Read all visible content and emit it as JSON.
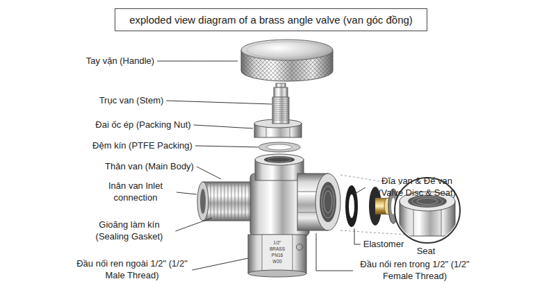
{
  "diagram": {
    "title": "exploded view diagram of a brass angle valve (van góc đồng)",
    "labels": [
      "Tay vặn (Handle)",
      "Trục van (Stem)",
      "Đai ốc ép (Packing Nut)",
      "Đệm kín (PTFE Packing)",
      "Thân van (Main Body)",
      "Inân van Inlet connection",
      "Gioăng làm kín (Sealing Gasket)",
      "Đầu nối ren ngoài 1/2\" (1/2\" Male Thread)",
      "1/2\"",
      "BRASS",
      "PN16",
      "W20",
      "Đĩa van & Đế van (Valve Disc & Seat)",
      "Elastomer",
      "Seat",
      "Đầu nối ren trong 1/2\" (1/2\" Female Thread)"
    ]
  }
}
